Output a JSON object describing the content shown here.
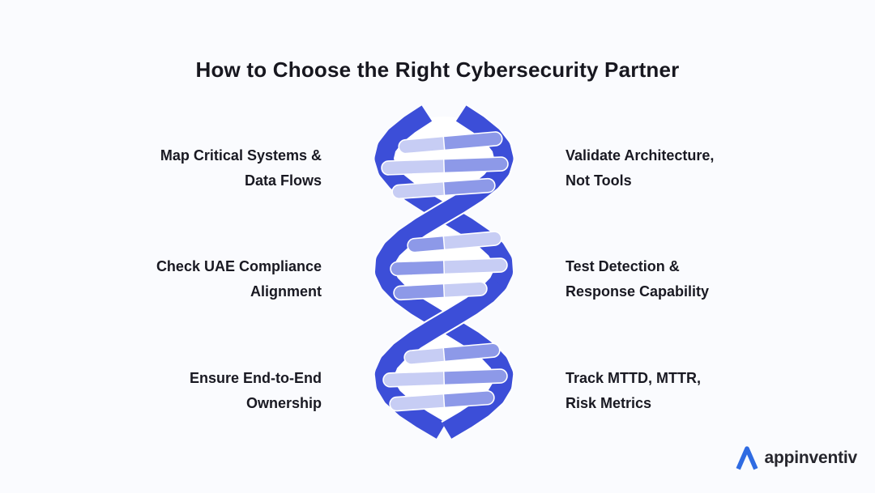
{
  "title": "How to Choose the Right Cybersecurity Partner",
  "rows": [
    {
      "left": {
        "line1": "Map Critical Systems &",
        "line2": "Data Flows"
      },
      "right": {
        "line1": "Validate Architecture,",
        "line2": "Not Tools"
      }
    },
    {
      "left": {
        "line1": "Check UAE Compliance",
        "line2": "Alignment"
      },
      "right": {
        "line1": "Test Detection &",
        "line2": "Response Capability"
      }
    },
    {
      "left": {
        "line1": "Ensure End-to-End",
        "line2": "Ownership"
      },
      "right": {
        "line1": "Track MTTD, MTTR,",
        "line2": "Risk Metrics"
      }
    }
  ],
  "graphic": {
    "type": "dna-helix",
    "icon": "dna-helix-icon",
    "connector_style": "dashed"
  },
  "logo": {
    "text": "appinventiv",
    "icon": "appinventiv-triangle-icon"
  },
  "colors": {
    "background": "#fafbfe",
    "helix_strand": "#3c4ed8",
    "rung_light": "#c7cdf4",
    "rung_medium": "#8d99e8",
    "connector_dark": "#3f50d9",
    "connector_light": "#b6bdf2",
    "title_text": "#17171f",
    "label_text": "#191922",
    "logo_blue": "#2f6be2",
    "logo_text": "#26262d"
  }
}
